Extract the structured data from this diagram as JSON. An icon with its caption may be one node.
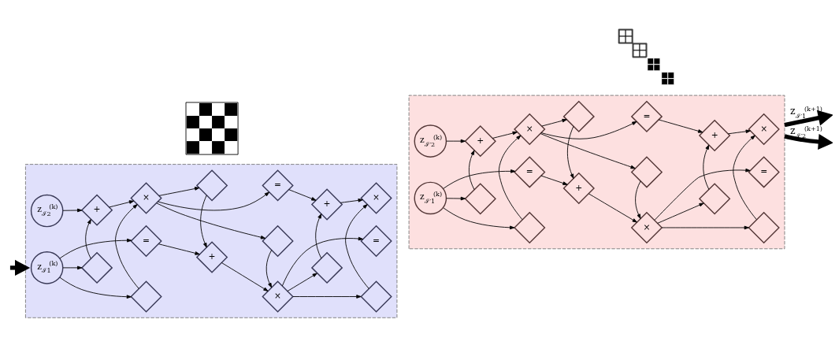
{
  "diagram": {
    "nodes": [
      {
        "text": [],
        "shape": "picture"
      },
      {
        "text": [],
        "shape": "picture"
      },
      {
        "text": [],
        "shape": "box"
      },
      {
        "text": [
          "z$_{ℐ1}$$^{(k)}$"
        ],
        "in": 2
      },
      {
        "text": [
          "="
        ],
        "in": 2
      },
      {
        "text": [
          "+"
        ],
        "in": 2
      },
      {
        "text": [
          "×"
        ],
        "in": 2
      },
      {
        "text": [
          "="
        ],
        "in": 2
      },
      {
        "text": [],
        "shape": "diamond",
        "in": 2
      },
      {
        "text": [],
        "shape": "diamond",
        "in": 2
      },
      {
        "text": [],
        "shape": "diamond",
        "in": 2
      },
      {
        "text": [],
        "shape": "diamond",
        "in": 2
      },
      {
        "text": [],
        "shape": "diamond",
        "in": 2
      },
      {
        "text": [],
        "shape": "diamond",
        "in": 2
      },
      {
        "text": [
          "z$_{ℐ2}$$^{(k)}$"
        ],
        "in": 2
      },
      {
        "text": [
          "+"
        ],
        "in": 2
      },
      {
        "text": [
          "×"
        ],
        "in": 2
      },
      {
        "text": [
          "="
        ],
        "in": 2
      },
      {
        "text": [
          "+"
        ],
        "in": 2
      },
      {
        "text": [
          "×"
        ],
        "in": 2
      },
      {
        "text": [],
        "shape": "box"
      },
      {
        "text": [
          "z$_{ℐ′1}$$^{(k)}$"
        ],
        "in": 20
      },
      {
        "text": [
          "="
        ],
        "in": 20
      },
      {
        "text": [
          "+"
        ],
        "in": 20
      },
      {
        "text": [
          "×"
        ],
        "in": 20
      },
      {
        "text": [
          "="
        ],
        "in": 20
      },
      {
        "text": [],
        "shape": "diamond",
        "in": 20
      },
      {
        "text": [],
        "shape": "diamond",
        "in": 20
      },
      {
        "text": [],
        "shape": "diamond",
        "in": 20
      },
      {
        "text": [],
        "shape": "diamond",
        "in": 20
      },
      {
        "text": [],
        "shape": "diamond",
        "in": 20
      },
      {
        "text": [],
        "shape": "diamond",
        "in": 20
      },
      {
        "text": [
          "z$_{ℐ′2}$$^{(k)}$"
        ],
        "in": 20
      },
      {
        "text": [
          "+"
        ],
        "in": 20
      },
      {
        "text": [
          "×"
        ],
        "in": 20
      },
      {
        "text": [
          "="
        ],
        "in": 20
      },
      {
        "text": [
          "+"
        ],
        "in": 20
      },
      {
        "text": [
          "×"
        ],
        "in": 20
      }
    ],
    "edges": [
      {
        "from": 3,
        "to": 4,
        "arrow": "to"
      },
      {
        "from": 4,
        "to": 5,
        "arrow": "to"
      },
      {
        "from": 5,
        "to": 6,
        "arrow": "to"
      },
      {
        "from": 6,
        "to": 7,
        "arrow": "to"
      },
      {
        "from": 3,
        "to": 8,
        "arrow": "to"
      },
      {
        "from": 3,
        "to": 9,
        "arrow": "to"
      },
      {
        "from": 8,
        "to": 15,
        "arrow": "to"
      },
      {
        "from": 9,
        "to": 16,
        "arrow": "to"
      },
      {
        "from": 14,
        "to": 15,
        "arrow": "to"
      },
      {
        "from": 15,
        "to": 16,
        "arrow": "to"
      },
      {
        "from": 16,
        "to": 10,
        "arrow": "to"
      },
      {
        "from": 16,
        "to": 11,
        "arrow": "to"
      },
      {
        "from": 16,
        "to": 17,
        "arrow": "to"
      },
      {
        "from": 10,
        "to": 5,
        "arrow": "to"
      },
      {
        "from": 11,
        "to": 6,
        "arrow": "to"
      },
      {
        "from": 6,
        "to": 12,
        "arrow": "to"
      },
      {
        "from": 6,
        "to": 13,
        "arrow": "to"
      },
      {
        "from": 12,
        "to": 18,
        "arrow": "to"
      },
      {
        "from": 13,
        "to": 19,
        "arrow": "to"
      },
      {
        "from": 17,
        "to": 18,
        "arrow": "to"
      },
      {
        "from": 18,
        "to": 19,
        "arrow": "to"
      },
      {
        "from": 21,
        "to": 22,
        "arrow": "to"
      },
      {
        "from": 22,
        "to": 23,
        "arrow": "to"
      },
      {
        "from": 23,
        "to": 24,
        "arrow": "to"
      },
      {
        "from": 24,
        "to": 25,
        "arrow": "to"
      },
      {
        "from": 21,
        "to": 26,
        "arrow": "to"
      },
      {
        "from": 21,
        "to": 27,
        "arrow": "to"
      },
      {
        "from": 26,
        "to": 33,
        "arrow": "to"
      },
      {
        "from": 27,
        "to": 34,
        "arrow": "to"
      },
      {
        "from": 32,
        "to": 33,
        "arrow": "to"
      },
      {
        "from": 33,
        "to": 34,
        "arrow": "to"
      },
      {
        "from": 34,
        "to": 28,
        "arrow": "to"
      },
      {
        "from": 34,
        "to": 29,
        "arrow": "to"
      },
      {
        "from": 34,
        "to": 35,
        "arrow": "to"
      },
      {
        "from": 28,
        "to": 23,
        "arrow": "to"
      },
      {
        "from": 29,
        "to": 24,
        "arrow": "to"
      },
      {
        "from": 24,
        "to": 30,
        "arrow": "to"
      },
      {
        "from": 24,
        "to": 31,
        "arrow": "to"
      },
      {
        "from": 30,
        "to": 36,
        "arrow": "to"
      },
      {
        "from": 31,
        "to": 37,
        "arrow": "to"
      },
      {
        "from": 35,
        "to": 36,
        "arrow": "to"
      },
      {
        "from": 36,
        "to": 37,
        "arrow": "to"
      },
      {
        "from": null,
        "to": 2,
        "arrow": "to",
        "style": "thick"
      },
      {
        "from": 20,
        "to": null,
        "arrow": "to",
        "style": "thick",
        "label": "z$_{ℐ′1}$$^{(k+1)}$"
      },
      {
        "from": 20,
        "to": null,
        "arrow": "to",
        "style": "thick",
        "label": "z$_{ℐ′2}$$^{(k+1)}$"
      }
    ]
  }
}
